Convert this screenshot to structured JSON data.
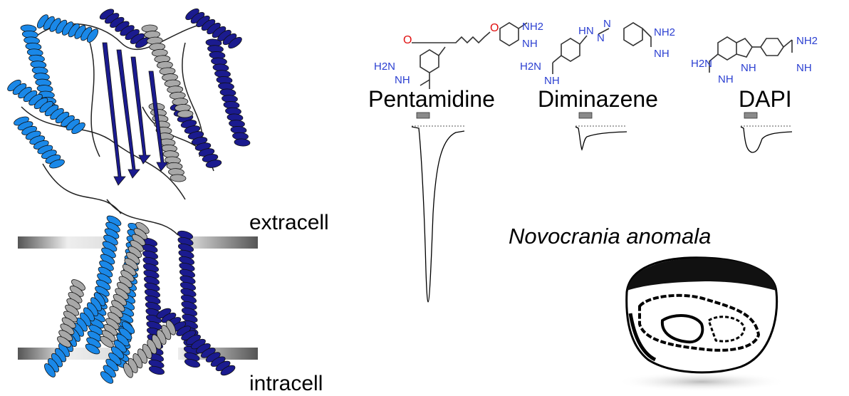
{
  "membrane": {
    "extracellular_label": "extracell",
    "intracellular_label": "intracell"
  },
  "compounds": [
    {
      "name": "Pentamidine",
      "atoms": {
        "left_amine": "H2N",
        "left_imine": "NH",
        "ether1": "O",
        "ether2": "O",
        "right_amine": "NH2",
        "right_imine": "NH"
      },
      "response": "large"
    },
    {
      "name": "Diminazene",
      "atoms": {
        "left_amine": "H2N",
        "left_imine": "NH",
        "triazene_hn": "HN",
        "triazene_n1": "N",
        "triazene_n2": "N",
        "right_amine": "NH2",
        "right_imine": "NH"
      },
      "response": "small"
    },
    {
      "name": "DAPI",
      "atoms": {
        "left_amine": "H2N",
        "left_imine": "NH",
        "indole_nh": "NH",
        "right_amine": "NH2",
        "right_imine": "NH"
      },
      "response": "small"
    }
  ],
  "organism": {
    "name": "Novocrania anomala"
  },
  "colors": {
    "helix_light": "#1a88e8",
    "helix_dark": "#1b1b8f",
    "helix_gray": "#a8a8a8",
    "oxygen": "#e01010",
    "nitrogen": "#2b3fd1",
    "bar": "#8a8a8a"
  }
}
